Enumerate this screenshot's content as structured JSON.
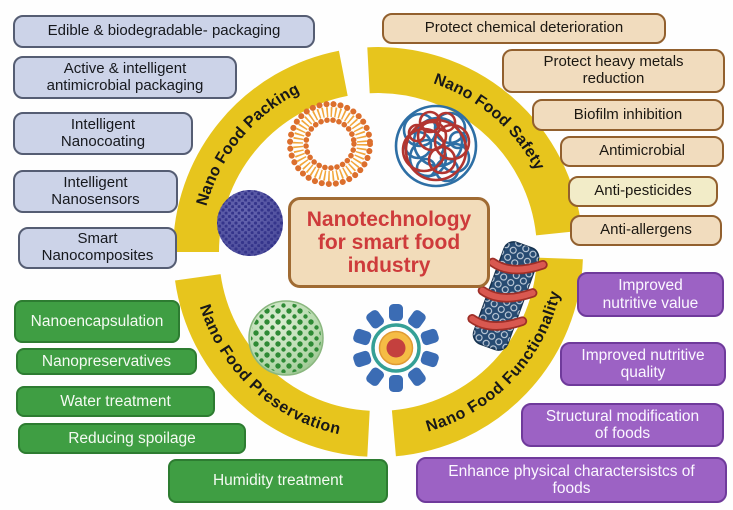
{
  "title": "Nanotechnology for smart food industry",
  "sections": {
    "packing": {
      "arc_label": "Nano Food Packing",
      "items": [
        "Edible & biodegradable- packaging",
        "Active & intelligent antimicrobial packaging",
        "Intelligent Nanocoating",
        "Intelligent Nanosensors",
        "Smart Nanocomposites"
      ]
    },
    "safety": {
      "arc_label": "Nano Food Safety",
      "items": [
        "Protect chemical deterioration",
        "Protect heavy metals reduction",
        "Biofilm inhibition",
        "Antimicrobial",
        "Anti-pesticides",
        "Anti-allergens"
      ]
    },
    "preservation": {
      "arc_label": "Nano Food Preservation",
      "items": [
        "Nanoencapsulation",
        "Nanopreservatives",
        "Water treatment",
        "Reducing spoilage",
        "Humidity treatment"
      ]
    },
    "functionality": {
      "arc_label": "Nano Food Functionality",
      "items": [
        "Improved nutritive value",
        "Improved nutritive quality",
        "Structural modification of foods",
        "Enhance physical charactersistcs of foods"
      ]
    }
  },
  "icons": [
    "liposome-icon",
    "polymer-tangle-icon",
    "blue-nanoparticle-icon",
    "green-nanocapsule-icon",
    "nano-gear-icon",
    "carbon-nanotube-icon"
  ],
  "colors": {
    "ring_yellow": "#e7c51d",
    "packing_fill": "#ccd3e8",
    "packing_border": "#555d73",
    "safety_fill": "#f1dcbe",
    "safety_border": "#92602e",
    "preservation_fill": "#3f9e43",
    "functionality_fill": "#9c62c4",
    "title_text": "#ce3b3b",
    "title_fill": "#f2dcba"
  }
}
